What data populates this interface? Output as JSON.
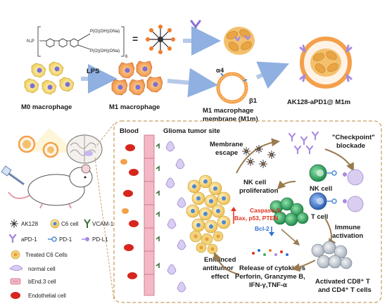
{
  "synthesis": {
    "chem_n3p": "N₃P",
    "chem_po_top": "P(O)(OH)(ONa)",
    "chem_po_bottom": "P(O)(OH)(ONa)",
    "chem_subscript": "6",
    "alpha4": "α4",
    "beta1": "β1",
    "lps": "LPS",
    "m0": "M0 macrophage",
    "m1": "M1 macrophage",
    "membrane_line1": "M1 macrophage",
    "membrane_line2": "membrane (M1m)",
    "product": "AK128-aPD1@ M1m"
  },
  "legend": {
    "ak128": "AK128",
    "c6": "C6 cell",
    "vcam": "VCAM-1",
    "apd1": "aPD-1",
    "pd1": "PD-1",
    "pdl1": "PD-L1",
    "treated": "Treated C6 Cells",
    "normal": "normal cell",
    "bend": "bEnd.3 cell",
    "endo": "Endothelial cell"
  },
  "mechanism": {
    "blood": "Blood",
    "glioma": "Glioma tumor site",
    "membrane_escape_1": "Membrane",
    "membrane_escape_2": "escape",
    "checkpoint_1": "\"Checkpoint\"",
    "checkpoint_2": "blockade",
    "nk_prolif_1": "NK cell",
    "nk_prolif_2": "proliferation",
    "nk_cell": "NK cell",
    "t_cell": "T cell",
    "caspase_1": "Caspase-3,",
    "caspase_2": "Bax, p53, PTEN",
    "bcl2": "Bcl-2",
    "immune_1": "Immune",
    "immune_2": "activation",
    "enhanced_1": "Enhanced",
    "enhanced_2": "antitumor",
    "enhanced_3": "effect",
    "release_1": "Release of cytokines",
    "release_2": "Perforin, Granzyme B,",
    "release_3": "IFN-γ,TNF-α",
    "activated_1": "Activated CD8⁺ T",
    "activated_2": "and CD4⁺ T cells"
  },
  "colors": {
    "arrow": "#b5c9e8",
    "cycle_arrow": "#9a7b4f",
    "macrophage": "#f4a261",
    "m0": "#f7e08a",
    "nucleus": "#7b6fd6",
    "vessel": "#f2b8c6",
    "rbc": "#d7261e",
    "dashed_box": "#c8a165",
    "nk": "#3fae6a",
    "tcell": "#4a7fd1",
    "red_text": "#e2321e",
    "blue_text": "#2f6fd0"
  }
}
